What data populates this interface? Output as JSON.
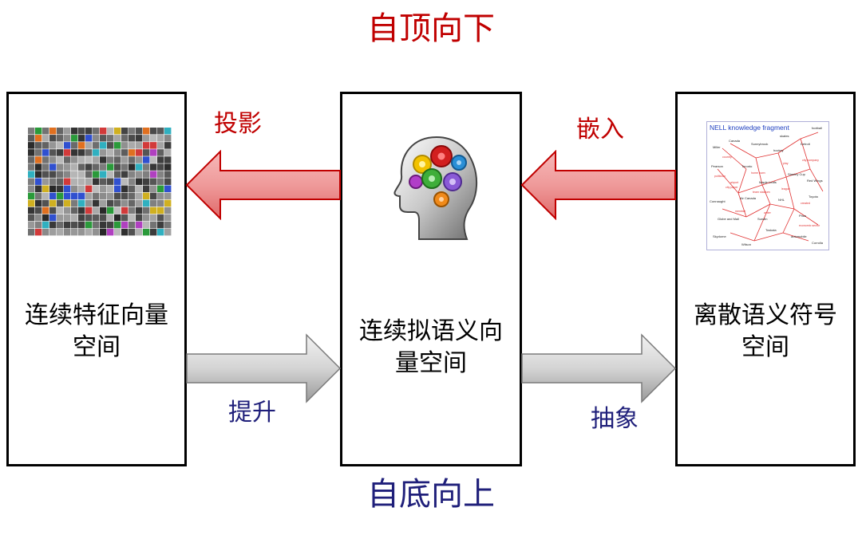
{
  "title_top": {
    "text": "自顶向下",
    "color": "#c00000"
  },
  "title_bottom": {
    "text": "自底向上",
    "color": "#1f1f7a"
  },
  "boxes": {
    "left": {
      "label": "连续特征向量\n空间"
    },
    "mid": {
      "label": "连续拟语义向\n量空间"
    },
    "right": {
      "label": "离散语义符号\n空间"
    }
  },
  "arrows": {
    "projection": {
      "label": "投影",
      "color": "#c00000"
    },
    "embedding": {
      "label": "嵌入",
      "color": "#c00000"
    },
    "lift": {
      "label": "提升",
      "color": "#1f1f7a"
    },
    "abstraction": {
      "label": "抽象",
      "color": "#1f1f7a"
    }
  },
  "knowledge_graph": {
    "title": "NELL knowledge fragment"
  },
  "icons": {
    "feature_image": "feature-grid-image",
    "brain_image": "head-gears-icon",
    "kg_image": "knowledge-graph-image"
  }
}
